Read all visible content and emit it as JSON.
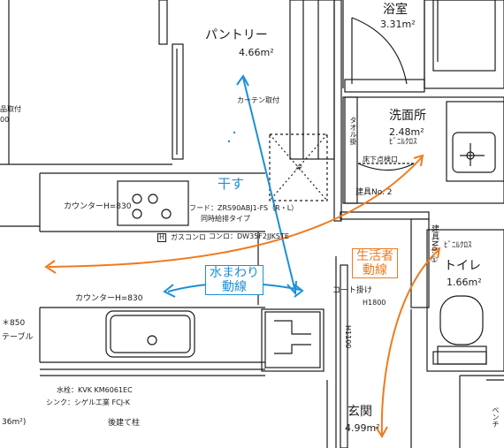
{
  "rooms": {
    "pantry": {
      "name": "パントリー",
      "area": "4.66m²"
    },
    "bath": {
      "name": "浴室",
      "area": "3.31m²"
    },
    "washroom": {
      "name": "洗面所",
      "area": "2.48m²",
      "floor": "ﾋﾞﾆﾙｸﾛｽ"
    },
    "toilet": {
      "name": "トイレ",
      "area": "1.66m²",
      "floor": "ﾋﾞﾆﾙｸﾛｽ"
    },
    "entrance": {
      "name": "玄関",
      "area": "4.99m²"
    }
  },
  "annotations": {
    "hosu": "干す",
    "mizumawari": "水まわり",
    "dousen": "動線",
    "seikatsu": "生活者",
    "dousen2": "動線",
    "counter_top": "カウンターH=830",
    "counter_bottom": "カウンターH=830",
    "hood": "フード：ZRS90ABJ1-FS（R・L）",
    "hood2": "同時給排タイプ",
    "konro": "コンロ：DW35F2JJKSTE",
    "gas": "ガスコンロ",
    "gas_mark": "H",
    "suisen": "水栓：KVK KM6061EC",
    "sink": "シンク：シゲル工業 FCJ-K",
    "post": "後建て柱",
    "coat": "コート掛け",
    "coat_h": "H1800",
    "h1100": "H1100",
    "table": "＊850",
    "table2": "テーブル",
    "area_left": "36m²)",
    "left_edge1": "品取付",
    "left_edge2": "00",
    "curtain": "カーテン取付",
    "fridge": "冷",
    "towel": "タオル掛",
    "tenken": "床下点検口",
    "tategu1": "建具No. 2",
    "tategu2": "建具No. ①",
    "bench": "ベンチ"
  },
  "colors": {
    "blue": "#1c8fd8",
    "orange": "#f07a1e",
    "line": "#1a1a1a"
  }
}
